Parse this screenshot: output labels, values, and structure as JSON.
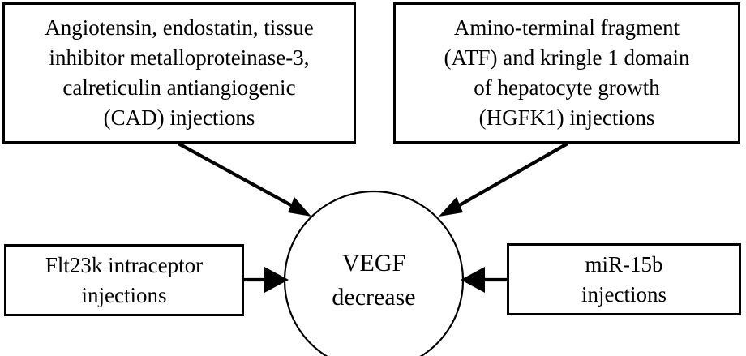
{
  "diagram": {
    "type": "flow-diagram",
    "title": "VEGF decrease pathway",
    "background_color": "#ffffff",
    "stroke_color": "#000000",
    "center": {
      "shape": "circle",
      "lines": [
        "VEGF",
        "decrease"
      ]
    },
    "nodes": [
      {
        "id": "cad",
        "shape": "rectangle",
        "position": "top-left",
        "lines": [
          "Angiotensin, endostatin, tissue",
          "inhibitor metalloproteinase-3,",
          "calreticulin antiangiogenic",
          "(CAD) injections"
        ]
      },
      {
        "id": "atf",
        "shape": "rectangle",
        "position": "top-right",
        "lines": [
          "Amino-terminal fragment",
          "(ATF) and kringle 1 domain",
          "of hepatocyte growth",
          "(HGFK1) injections"
        ]
      },
      {
        "id": "flt23k",
        "shape": "rectangle",
        "position": "bottom-left",
        "lines": [
          "Flt23k intraceptor",
          "injections"
        ]
      },
      {
        "id": "mir15b",
        "shape": "rectangle",
        "position": "bottom-right",
        "lines": [
          "miR-15b",
          "injections"
        ]
      }
    ],
    "edges": [
      {
        "id": "edge-cad-to-center",
        "from": "cad",
        "to": "center",
        "direction": "diagonal-down-right",
        "arrowhead": "filled-triangle"
      },
      {
        "id": "edge-atf-to-center",
        "from": "atf",
        "to": "center",
        "direction": "diagonal-down-left",
        "arrowhead": "filled-triangle"
      },
      {
        "id": "edge-flt23k-to-center",
        "from": "flt23k",
        "to": "center",
        "direction": "right",
        "arrowhead": "filled-triangle"
      },
      {
        "id": "edge-mir15b-to-center",
        "from": "mir15b",
        "to": "center",
        "direction": "left",
        "arrowhead": "filled-triangle"
      }
    ]
  }
}
